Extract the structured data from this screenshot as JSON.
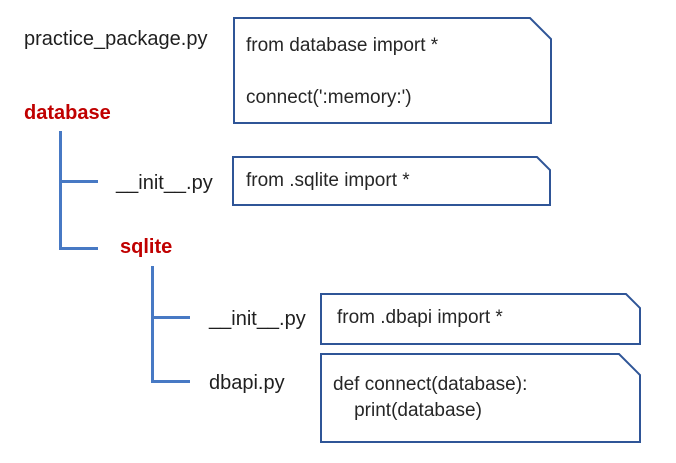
{
  "labels": {
    "root_file": "practice_package.py",
    "database_pkg": "database",
    "database_init": "__init__.py",
    "sqlite_pkg": "sqlite",
    "sqlite_init": "__init__.py",
    "dbapi_file": "dbapi.py"
  },
  "boxes": {
    "practice": {
      "line1": "from database import *",
      "line2": "connect(':memory:')"
    },
    "database_init": {
      "line1": "from .sqlite import *"
    },
    "sqlite_init": {
      "line1": "from .dbapi import *"
    },
    "dbapi": {
      "line1": "def connect(database):",
      "line2": "    print(database)"
    }
  },
  "colors": {
    "box_border": "#2F5597",
    "tree_line": "#4779C4",
    "package_name": "#C00000",
    "text": "#1F1F1F"
  }
}
